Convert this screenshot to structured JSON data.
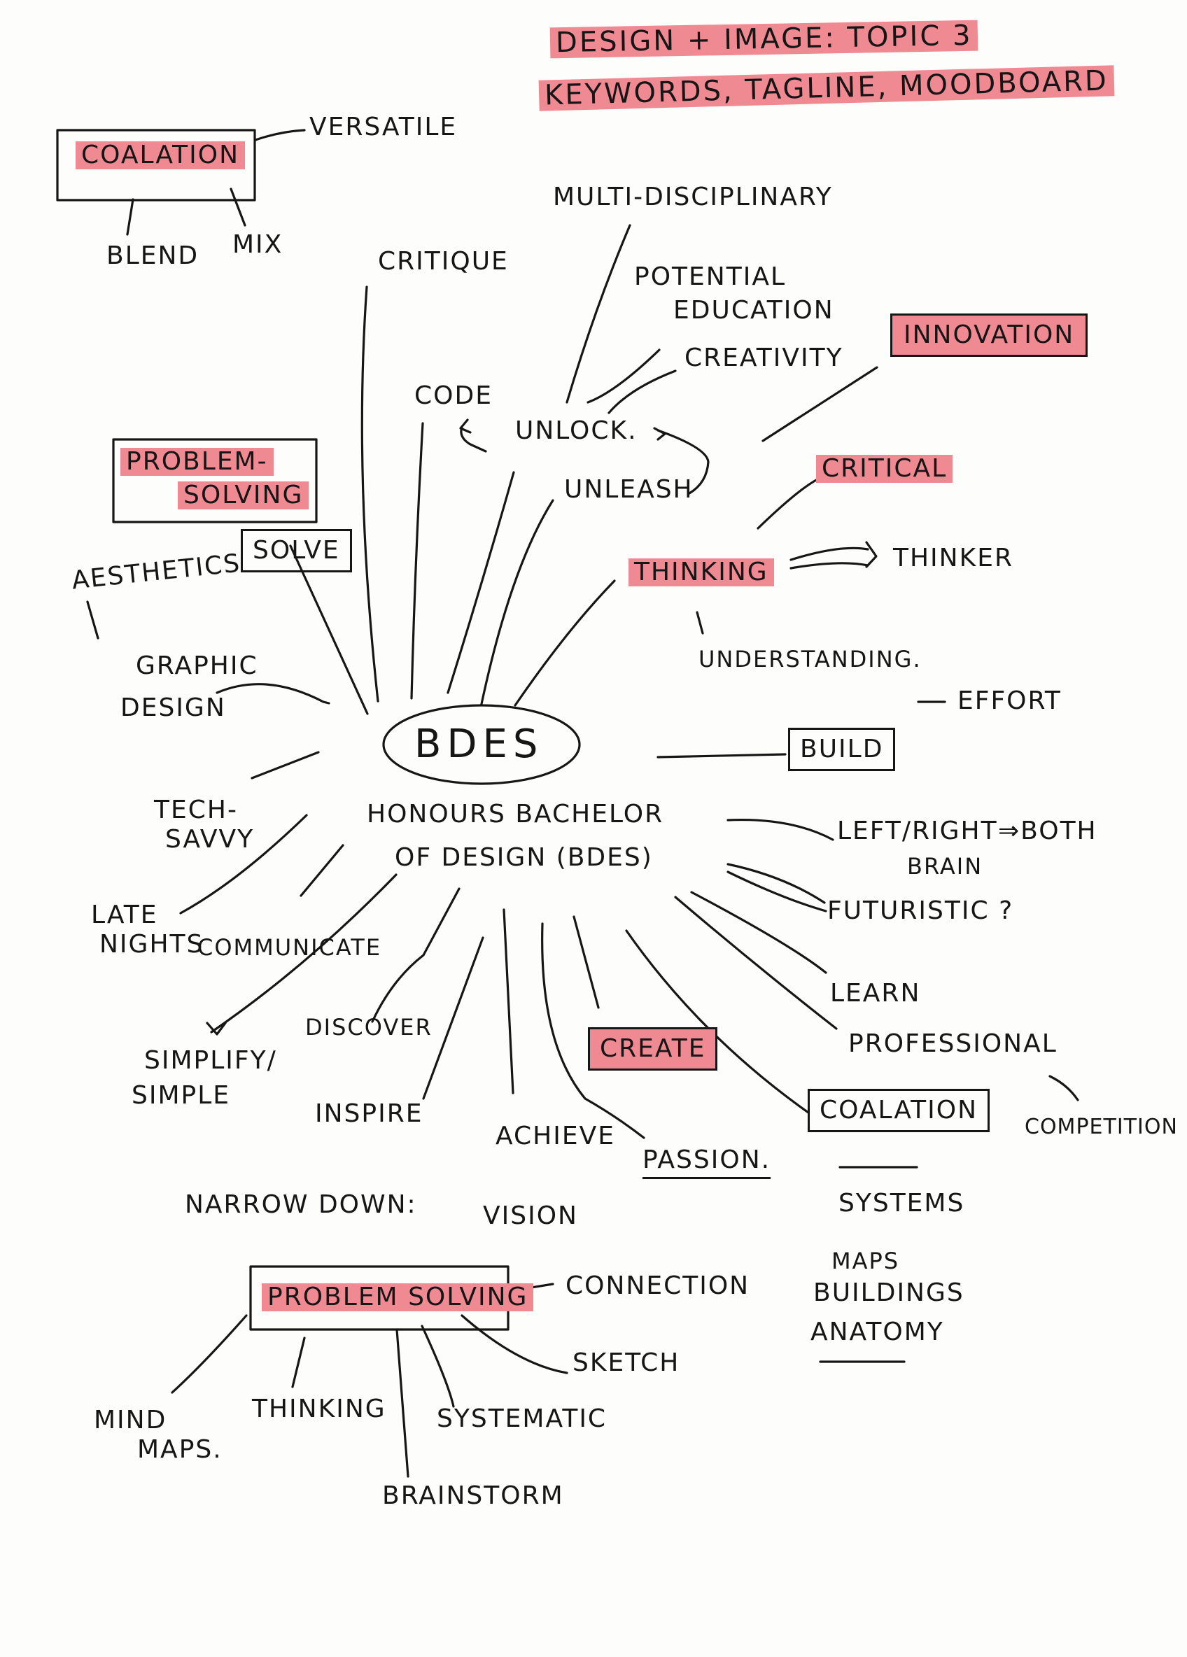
{
  "title": {
    "line1": "DESIGN + IMAGE: TOPIC 3",
    "line2": "KEYWORDS, TAGLINE, MOODBOARD"
  },
  "center": {
    "node": "BDES",
    "subtitle_line1": "HONOURS BACHELOR",
    "subtitle_line2": "OF DESIGN (BDES)"
  },
  "words": {
    "coalation_top": "COALATION",
    "versatile": "VERSATILE",
    "blend": "BLEND",
    "mix": "MIX",
    "multi_disciplinary": "MULTI-DISCIPLINARY",
    "critique": "CRITIQUE",
    "potential": "POTENTIAL",
    "education": "EDUCATION",
    "creativity": "CREATIVITY",
    "innovation": "INNOVATION",
    "code": "CODE",
    "unlock": "UNLOCK.",
    "unleash": "UNLEASH",
    "problem": "PROBLEM-",
    "solving": "SOLVING",
    "critical": "CRITICAL",
    "aesthetics": "AESTHETICS",
    "solve": "SOLVE",
    "thinking": "THINKING",
    "thinker": "THINKER",
    "understanding": "UNDERSTANDING.",
    "graphic": "GRAPHIC",
    "design": "DESIGN",
    "effort": "EFFORT",
    "build": "BUILD",
    "tech": "TECH-",
    "savvy": "SAVVY",
    "left_right": "LEFT/RIGHT",
    "both": "⇒BOTH",
    "brain": "BRAIN",
    "futuristic": "FUTURISTIC ?",
    "late": "LATE",
    "nights": "NIGHTS",
    "communicate": "COMMUNICATE",
    "learn": "LEARN",
    "discover": "DISCOVER",
    "professional": "PROFESSIONAL",
    "simplify": "SIMPLIFY/",
    "simple": "SIMPLE",
    "create": "CREATE",
    "inspire": "INSPIRE",
    "coalation_bottom": "COALATION",
    "competition": "COMPETITION",
    "achieve": "ACHIEVE",
    "passion": "PASSION.",
    "narrow_down": "NARROW DOWN:",
    "vision": "VISION",
    "systems": "SYSTEMS",
    "maps": "MAPS",
    "buildings": "BUILDINGS",
    "anatomy": "ANATOMY",
    "problem_solving": "PROBLEM SOLVING",
    "connection": "CONNECTION",
    "sketch": "SKETCH",
    "mind": "MIND",
    "maps2": "MAPS.",
    "thinking2": "THINKING",
    "systematic": "SYSTEMATIC",
    "brainstorm": "BRAINSTORM"
  },
  "highlight_color": "#f08a92"
}
